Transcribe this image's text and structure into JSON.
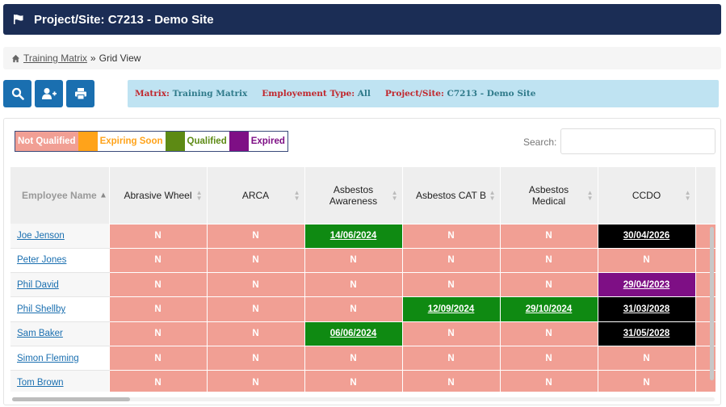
{
  "header": {
    "title": "Project/Site: C7213 - Demo Site"
  },
  "breadcrumb": {
    "link": "Training Matrix",
    "separator": "»",
    "current": "Grid View"
  },
  "infobar": {
    "items": [
      {
        "key": "Matrix:",
        "value": "Training Matrix"
      },
      {
        "key": "Employement Type:",
        "value": "All"
      },
      {
        "key": "Project/Site:",
        "value": "C7213 - Demo Site"
      }
    ]
  },
  "legend": {
    "items": [
      {
        "label": "Not Qualified",
        "color": "#f19f94"
      },
      {
        "label": "Expiring Soon",
        "color": "#ffa31a"
      },
      {
        "label": "Qualified",
        "color": "#5d8a14"
      },
      {
        "label": "Expired",
        "color": "#7e0f85"
      }
    ]
  },
  "search": {
    "label": "Search:",
    "value": ""
  },
  "table": {
    "headers": [
      "Employee Name",
      "Abrasive Wheel",
      "ARCA",
      "Asbestos Awareness",
      "Asbestos CAT B",
      "Asbestos Medical",
      "CCDO"
    ],
    "rows": [
      {
        "name": "Joe Jenson",
        "cells": [
          "N",
          "N",
          "14/06/2024",
          "N",
          "N",
          "30/04/2026"
        ]
      },
      {
        "name": "Peter Jones",
        "cells": [
          "N",
          "N",
          "N",
          "N",
          "N",
          "N"
        ]
      },
      {
        "name": "Phil David",
        "cells": [
          "N",
          "N",
          "N",
          "N",
          "N",
          "29/04/2023"
        ]
      },
      {
        "name": "Phil Shellby",
        "cells": [
          "N",
          "N",
          "N",
          "12/09/2024",
          "29/10/2024",
          "31/03/2028"
        ]
      },
      {
        "name": "Sam Baker",
        "cells": [
          "N",
          "N",
          "06/06/2024",
          "N",
          "N",
          "31/05/2028"
        ]
      },
      {
        "name": "Simon Fleming",
        "cells": [
          "N",
          "N",
          "N",
          "N",
          "N",
          "N"
        ]
      },
      {
        "name": "Tom Brown",
        "cells": [
          "N",
          "N",
          "N",
          "N",
          "N",
          "N"
        ]
      }
    ],
    "statuses": [
      [
        "nq",
        "nq",
        "q",
        "nq",
        "nq",
        "ex"
      ],
      [
        "nq",
        "nq",
        "nq",
        "nq",
        "nq",
        "nq"
      ],
      [
        "nq",
        "nq",
        "nq",
        "nq",
        "nq",
        "exd"
      ],
      [
        "nq",
        "nq",
        "nq",
        "q",
        "q",
        "ex"
      ],
      [
        "nq",
        "nq",
        "q",
        "nq",
        "nq",
        "ex"
      ],
      [
        "nq",
        "nq",
        "nq",
        "nq",
        "nq",
        "nq"
      ],
      [
        "nq",
        "nq",
        "nq",
        "nq",
        "nq",
        "nq"
      ]
    ]
  }
}
